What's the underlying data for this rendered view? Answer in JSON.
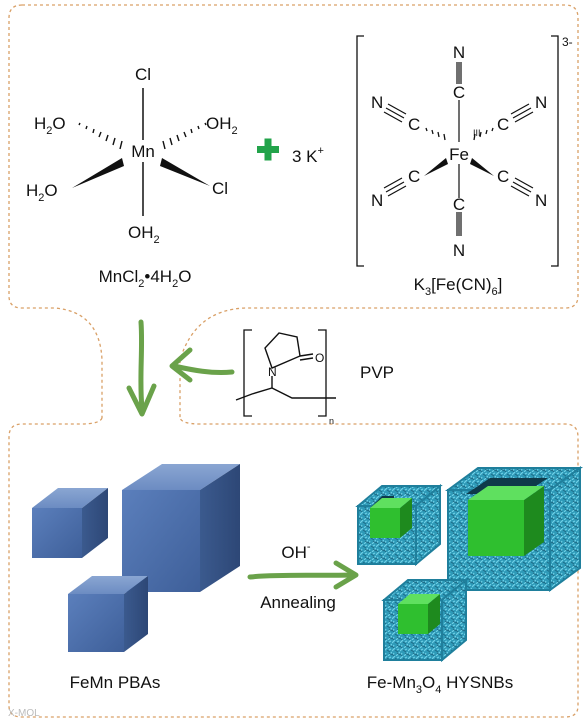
{
  "reactant_mn": {
    "ligands": {
      "cl_top": "Cl",
      "h2o_upper_left": {
        "base": "H",
        "sub": "2",
        "end": "O"
      },
      "oh2_upper_right": {
        "base": "OH",
        "sub": "2"
      },
      "h2o_lower_left": {
        "base": "H",
        "sub": "2",
        "end": "O"
      },
      "cl_right": "Cl",
      "oh2_bottom": {
        "base": "OH",
        "sub": "2"
      }
    },
    "center": "Mn",
    "formula": {
      "p1": "MnCl",
      "s1": "2",
      "p2": "•4H",
      "s2": "2",
      "p3": "O"
    }
  },
  "plus": {
    "symbol": "+",
    "cation": "3 K",
    "charge": "+"
  },
  "reactant_fe": {
    "ligand_n": "N",
    "ligand_c": "C",
    "center": "Fe",
    "oxidation": "III",
    "charge": "3-",
    "formula": {
      "p1": "K",
      "s1": "3",
      "p2": "[Fe(CN)",
      "s2": "6",
      "p3": "]"
    }
  },
  "pvp": {
    "label": "PVP",
    "atom_n": "N",
    "atom_o": "O",
    "repeat": "n"
  },
  "reaction": {
    "reagent": {
      "base": "OH",
      "sup": "-"
    },
    "condition": "Annealing"
  },
  "products": {
    "left_label": "FeMn PBAs",
    "right_label": {
      "p1": "Fe-Mn",
      "s1": "3",
      "p2": "O",
      "s2": "4",
      "p3": " HYSNBs"
    }
  },
  "watermark": "X-MOL",
  "colors": {
    "border": "#d9a067",
    "arrow_green": "#6aa24a",
    "plus_green": "#22a34a",
    "cube_blue": "#4a6fa8",
    "core_green": "#2fbf2f",
    "shell_teal": "#2e9ab8"
  }
}
